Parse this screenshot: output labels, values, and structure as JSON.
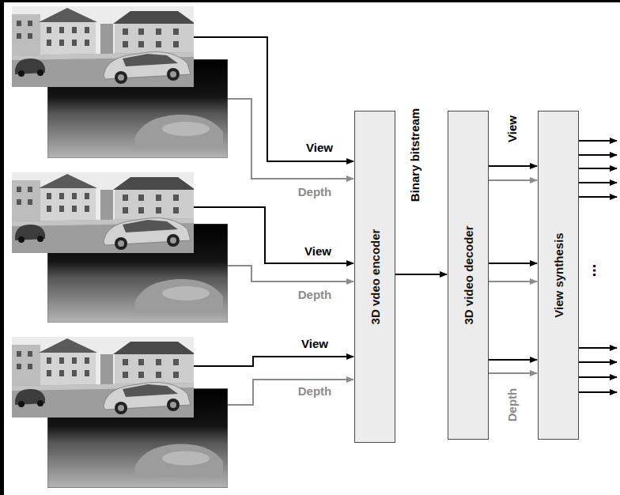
{
  "diagram": {
    "nodes": [
      {
        "text": [
          "3D vdeo encoder"
        ]
      },
      {
        "text": [
          "3D video decoder"
        ]
      },
      {
        "text": [
          "View synthesis"
        ]
      }
    ],
    "edges": [
      {
        "from": 0,
        "to": 1,
        "arrow": "to",
        "label": "Binary bitstream"
      },
      {
        "from": 1,
        "to": 2,
        "arrow": "to"
      },
      {
        "from": 1,
        "to": 2,
        "arrow": "to"
      },
      {
        "from": 1,
        "to": 2,
        "arrow": "to"
      },
      {
        "from": 1,
        "to": 2,
        "arrow": "to"
      },
      {
        "from": 1,
        "to": 2,
        "arrow": "to"
      },
      {
        "from": 1,
        "to": 2,
        "arrow": "to"
      }
    ],
    "labels": [
      "View",
      "Depth",
      "View",
      "Depth",
      "View",
      "Depth",
      "View",
      "Depth",
      "..."
    ]
  }
}
